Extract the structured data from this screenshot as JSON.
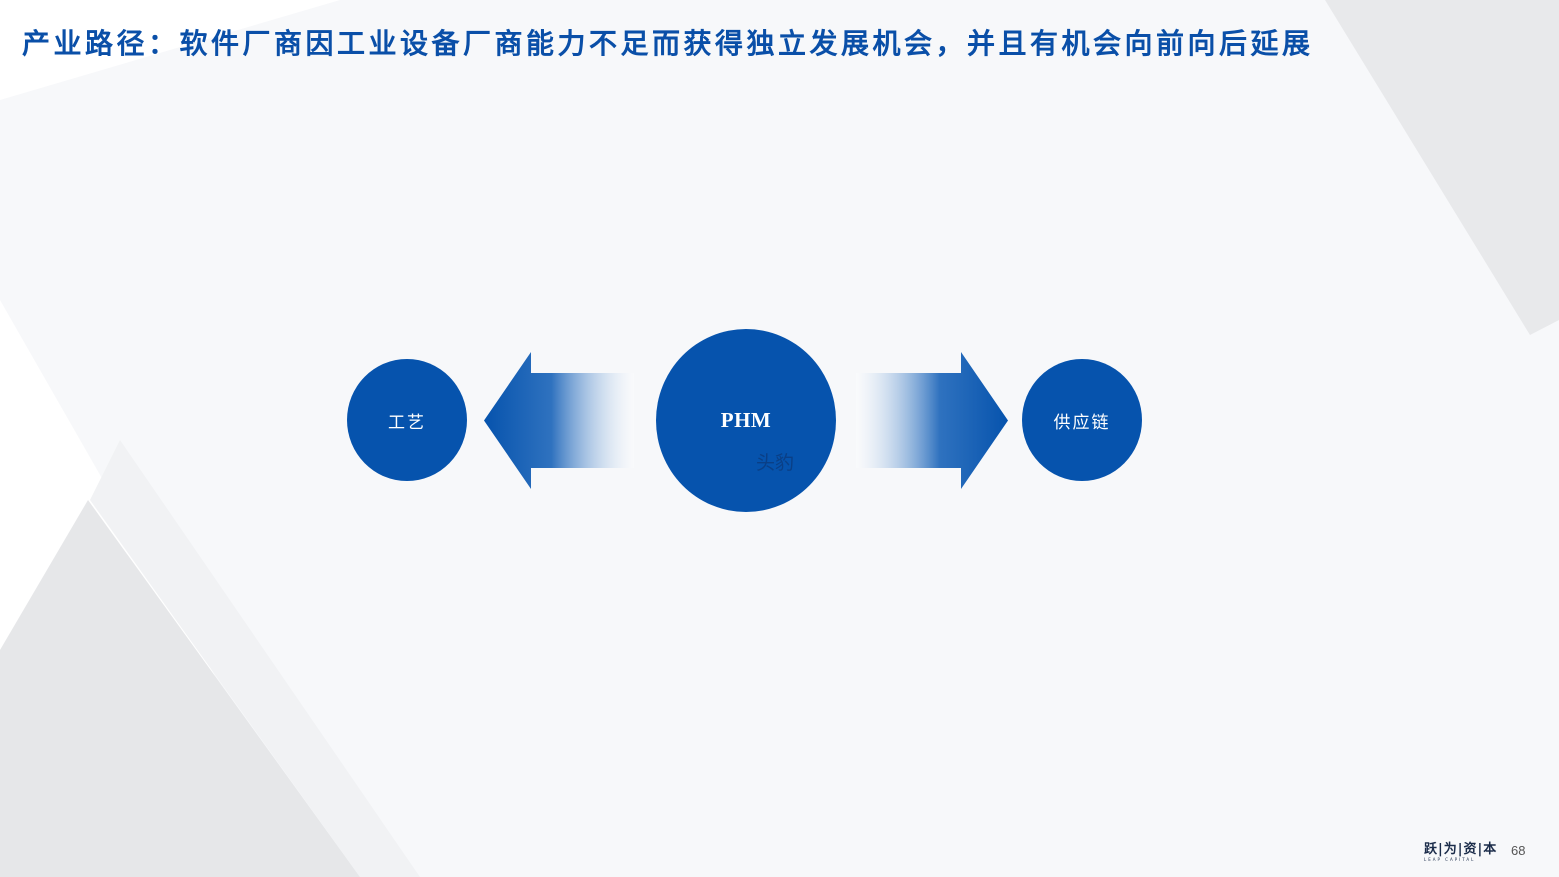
{
  "title": "产业路径：软件厂商因工业设备厂商能力不足而获得独立发展机会，并且有机会向前向后延展",
  "diagram": {
    "left_node": "工艺",
    "center_node": "PHM",
    "center_sublabel": "头豹",
    "right_node": "供应链",
    "node_color": "#0653ad"
  },
  "footer": {
    "logo_cn": "跃|为|资|本",
    "logo_en": "LEAP CAPITAL",
    "page_number": "68"
  }
}
